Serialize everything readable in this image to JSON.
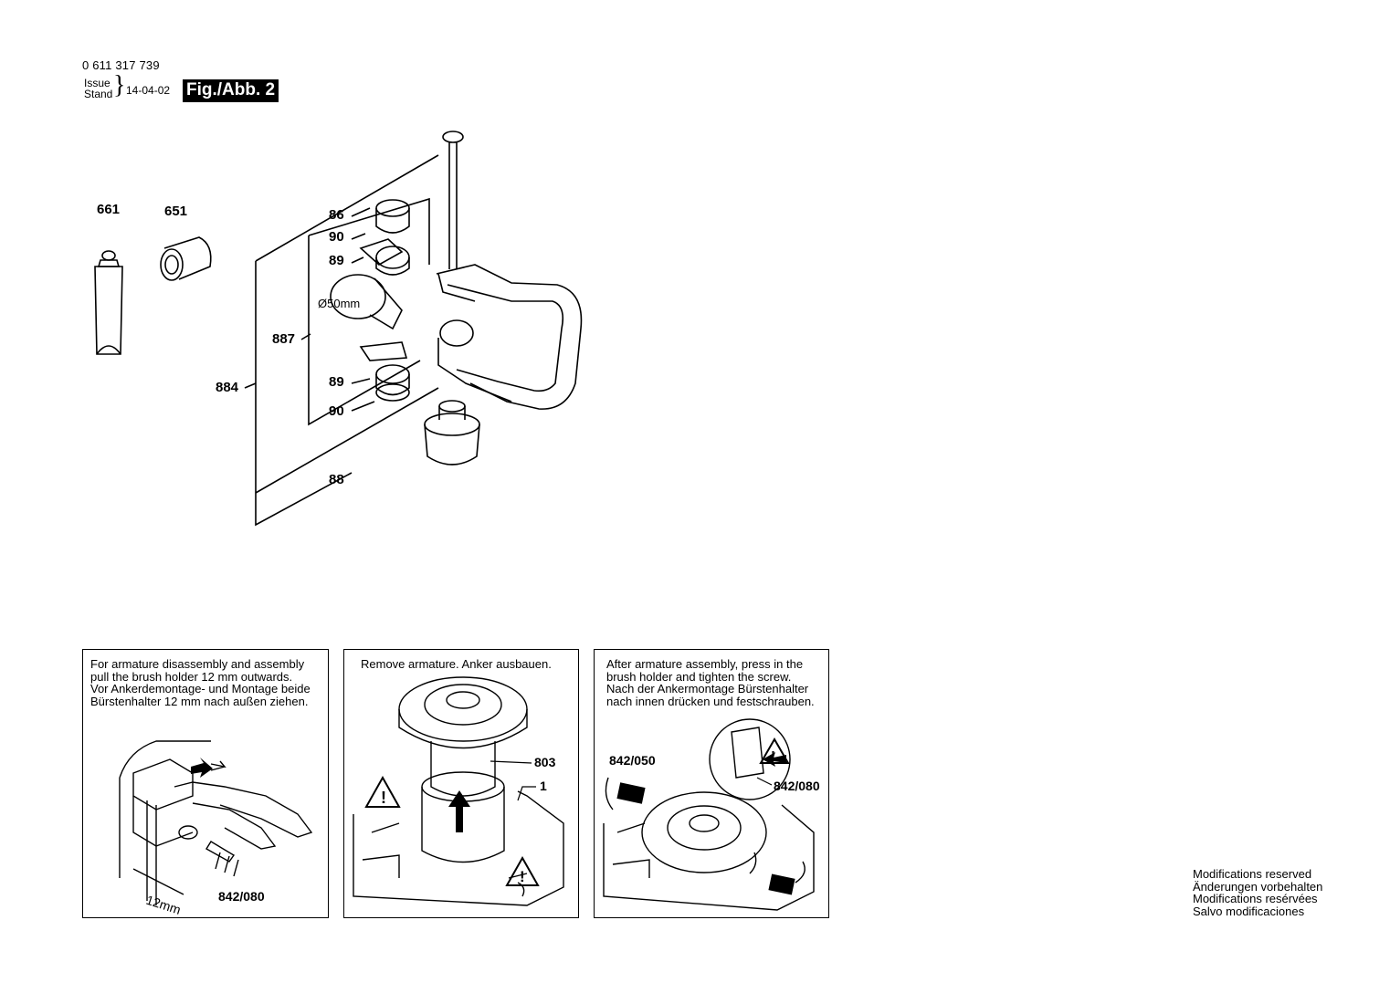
{
  "header": {
    "part_number": "0 611 317 739",
    "issue_label": "Issue",
    "stand_label": "Stand",
    "date": "14-04-02",
    "figure_label": "Fig./Abb. 2"
  },
  "callouts": {
    "c661": "661",
    "c651": "651",
    "c86": "86",
    "c90a": "90",
    "c89a": "89",
    "diameter": "Ø50mm",
    "c887": "887",
    "c884": "884",
    "c89b": "89",
    "c90b": "90",
    "c88": "88"
  },
  "panels": [
    {
      "text": "For armature disassembly and assembly\npull the brush holder 12 mm outwards.\nVor Ankerdemontage- und Montage beide\nBürstenhalter 12 mm nach außen ziehen.",
      "dimension": "12mm",
      "part": "842/080"
    },
    {
      "text": "Remove armature. Anker ausbauen.",
      "part_a": "803",
      "part_b": "1"
    },
    {
      "text": "After armature assembly, press in the\nbrush holder and tighten the screw.\nNach der Ankermontage Bürstenhalter\nnach innen drücken und festschrauben.",
      "part_a": "842/050",
      "part_b": "842/080"
    }
  ],
  "modifications": [
    "Modifications reserved",
    "Änderungen vorbehalten",
    "Modifications resérvées",
    "Salvo modificaciones"
  ]
}
